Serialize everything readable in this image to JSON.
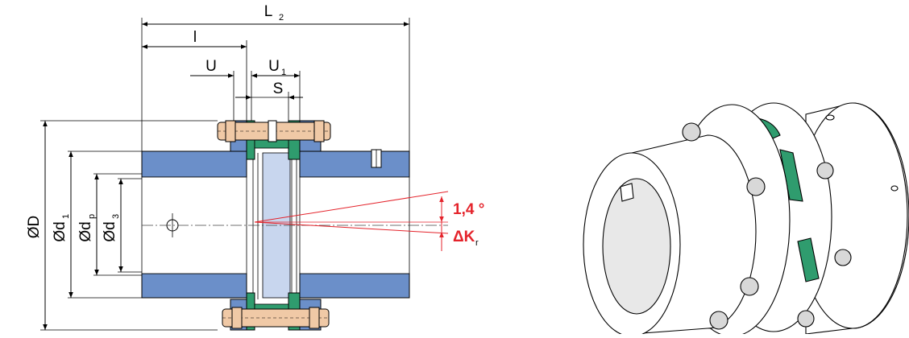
{
  "dimensions": {
    "L2": {
      "main": "L",
      "sub": "2"
    },
    "l": {
      "main": "l"
    },
    "U": {
      "main": "U"
    },
    "U1": {
      "main": "U",
      "sub": "1"
    },
    "S": {
      "main": "S"
    },
    "D": {
      "main": "ØD"
    },
    "d1": {
      "main": "Ød",
      "sub": "1"
    },
    "dp": {
      "main": "Ød",
      "sub": "p"
    },
    "d3": {
      "main": "Ød",
      "sub": "3"
    }
  },
  "misalignment": {
    "angle": "1,4 °",
    "radial": {
      "main": "ΔK",
      "sub": "r"
    }
  },
  "colors": {
    "hub": "#6b8fc9",
    "spacer": "#c8d6ee",
    "bolt": "#f0c9a6",
    "disc_pack": "#2f9c6e",
    "callout": "#e4232b"
  }
}
